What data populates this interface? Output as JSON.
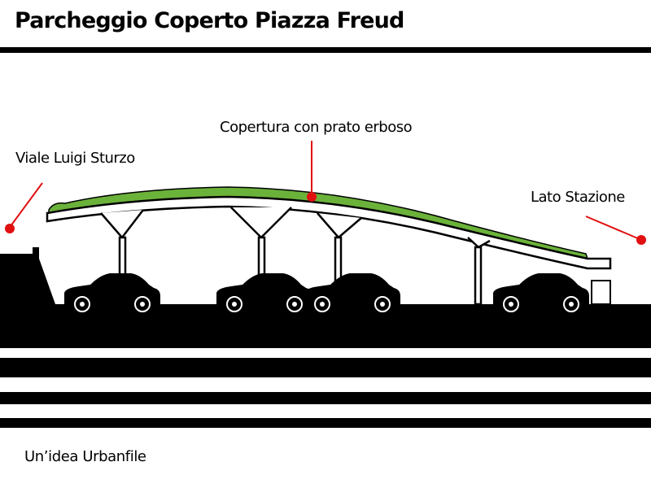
{
  "title": "Parcheggio Coperto Piazza Freud",
  "labels": {
    "roof": "Copertura con prato erboso",
    "left_street": "Viale Luigi Sturzo",
    "right_side": "Lato Stazione"
  },
  "footer": "Un’idea Urbanfile",
  "colors": {
    "ink": "#000000",
    "grass": "#6bb23a",
    "callout": "#e01010",
    "structure": "#ffffff"
  },
  "icons": [
    "car-icon",
    "callout-dot-icon"
  ]
}
